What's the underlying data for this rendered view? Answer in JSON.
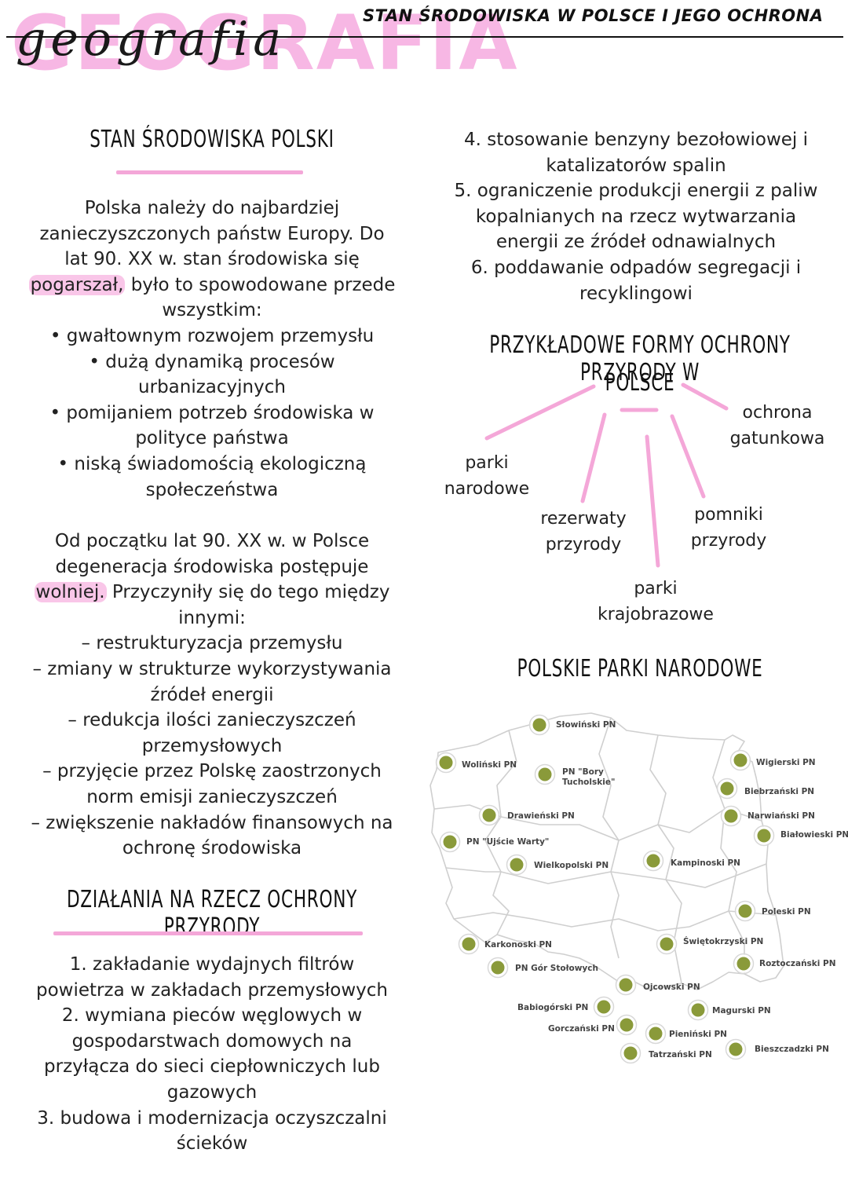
{
  "header": {
    "big_word": "GEOGRAFIA",
    "script_word": "geografia",
    "topic": "STAN ŚRODOWISKA W POLSCE I JEGO OCHRONA"
  },
  "left": {
    "section1": {
      "heading": "STAN ŚRODOWISKA POLSKI",
      "intro_lines": [
        "Polska należy do najbardziej",
        "zanieczyszczonych państw Europy. Do",
        "lat 90. XX w. stan środowiska się"
      ],
      "highlight1": "pogarszał,",
      "intro_rest": " było to spowodowane przede",
      "intro_end": "wszystkim:",
      "bullets": [
        [
          "• gwałtownym rozwojem przemysłu"
        ],
        [
          "• dużą dynamiką procesów",
          "urbanizacyjnych"
        ],
        [
          "• pomijaniem potrzeb środowiska w",
          "polityce państwa"
        ],
        [
          "• niską świadomością ekologiczną",
          "społeczeństwa"
        ]
      ],
      "para2_lines": [
        "Od początku lat 90. XX w. w Polsce",
        "degeneracja środowiska postępuje"
      ],
      "highlight2": "wolniej.",
      "para2_rest": " Przyczyniły się do tego między",
      "para2_end": "innymi:",
      "dashes": [
        [
          "– restrukturyzacja przemysłu"
        ],
        [
          "– zmiany w strukturze wykorzystywania",
          "źródeł energii"
        ],
        [
          "– redukcja ilości zanieczyszczeń",
          "przemysłowych"
        ],
        [
          "– przyjęcie przez Polskę zaostrzonych",
          "norm emisji zanieczyszczeń"
        ],
        [
          "– zwiększenie nakładów finansowych na",
          "ochronę środowiska"
        ]
      ]
    },
    "section2": {
      "heading": "DZIAŁANIA NA RZECZ OCHRONY PRZYRODY",
      "items": [
        [
          "1. zakładanie wydajnych filtrów",
          "powietrza w zakładach przemysłowych"
        ],
        [
          "2. wymiana pieców węglowych w",
          "gospodarstwach domowych na",
          "przyłącza do sieci ciepłowniczych lub",
          "gazowych"
        ],
        [
          "3. budowa i modernizacja oczyszczalni",
          "ścieków"
        ]
      ]
    }
  },
  "right": {
    "items": [
      [
        "4. stosowanie benzyny bezołowiowej i",
        "katalizatorów spalin"
      ],
      [
        "5. ograniczenie produkcji energii z paliw",
        "kopalnianych na rzecz wytwarzania",
        "energii ze źródeł odnawialnych"
      ],
      [
        "6. poddawanie odpadów segregacji i",
        "recyklingowi"
      ]
    ],
    "forms": {
      "heading_line1": "PRZYKŁADOWE FORMY OCHRONY PRZYRODY W",
      "heading_line2": "POLSCE",
      "labels": {
        "parki_narodowe": [
          "parki",
          "narodowe"
        ],
        "rezerwaty": [
          "rezerwaty",
          "przyrody"
        ],
        "krajobrazowe": [
          "parki",
          "krajobrazowe"
        ],
        "pomniki": [
          "pomniki",
          "przyrody"
        ],
        "gatunkowa": [
          "ochrona",
          "gatunkowa"
        ]
      }
    },
    "parks": {
      "heading": "POLSKIE PARKI NARODOWE",
      "list": [
        "Słowiński PN",
        "Woliński PN",
        "PN \"Bory",
        "Tucholskie\"",
        "Drawieński PN",
        "PN \"Ujście Warty\"",
        "Wielkopolski PN",
        "Kampinoski PN",
        "Wigierski PN",
        "Biebrzański PN",
        "Narwiański PN",
        "Białowieski PN",
        "Poleski PN",
        "Świętokrzyski PN",
        "Roztoczański PN",
        "Karkonoski PN",
        "PN Gór Stołowych",
        "Ojcowski PN",
        "Babiogórski PN",
        "Magurski PN",
        "Gorczański PN",
        "Pieniński PN",
        "Tatrzański PN",
        "Bieszczadzki PN"
      ]
    }
  },
  "colors": {
    "pink": "#f4a7d8",
    "pink_light": "#f9c6e8",
    "marker_green": "#8a9a3a",
    "map_lines": "#cccccc"
  }
}
